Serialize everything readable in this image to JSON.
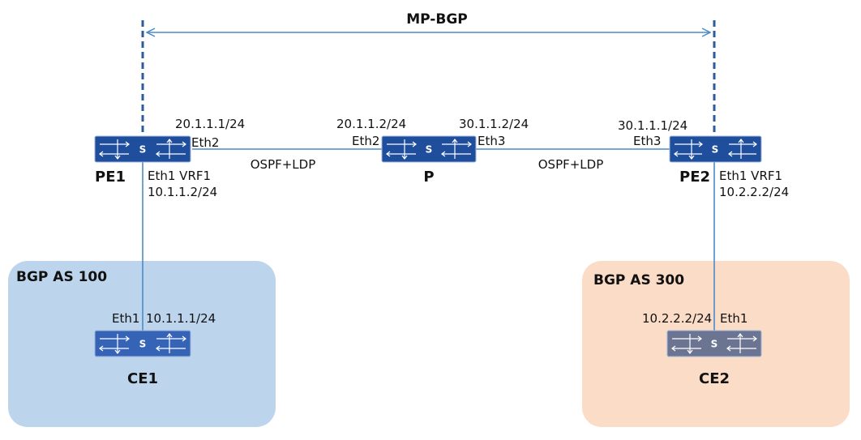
{
  "diagram": {
    "session_label": "MP-BGP",
    "zones": {
      "as100": {
        "label": "BGP AS 100",
        "color": "#bcd5ed"
      },
      "as300": {
        "label": "BGP AS 300",
        "color": "#fbdcc7"
      }
    },
    "devices": {
      "pe1": {
        "name": "PE1",
        "badge": "S",
        "color": "#1f4e9c"
      },
      "p": {
        "name": "P",
        "badge": "S",
        "color": "#1f4e9c"
      },
      "pe2": {
        "name": "PE2",
        "badge": "S",
        "color": "#1f4e9c"
      },
      "ce1": {
        "name": "CE1",
        "badge": "S",
        "color": "#3563b6"
      },
      "ce2": {
        "name": "CE2",
        "badge": "S",
        "color": "#6b7592"
      }
    },
    "links": {
      "pe1_p": {
        "protocol": "OSPF+LDP"
      },
      "p_pe2": {
        "protocol": "OSPF+LDP"
      }
    },
    "interfaces": {
      "pe1_eth2_ip": "20.1.1.1/24",
      "pe1_eth2_name": "Eth2",
      "pe1_eth1_name": "Eth1 VRF1",
      "pe1_eth1_ip": "10.1.1.2/24",
      "p_eth2_ip": "20.1.1.2/24",
      "p_eth2_name": "Eth2",
      "p_eth3_ip": "30.1.1.2/24",
      "p_eth3_name": "Eth3",
      "pe2_eth3_ip": "30.1.1.1/24",
      "pe2_eth3_name": "Eth3",
      "pe2_eth1_name": "Eth1 VRF1",
      "pe2_eth1_ip": "10.2.2.2/24",
      "ce1_eth1_name": "Eth1",
      "ce1_eth1_ip": "10.1.1.1/24",
      "ce2_eth1_ip": "10.2.2.2/24",
      "ce2_eth1_name": "Eth1"
    },
    "link_color": "#4a8bc9",
    "dash_color": "#2e5a9e"
  }
}
